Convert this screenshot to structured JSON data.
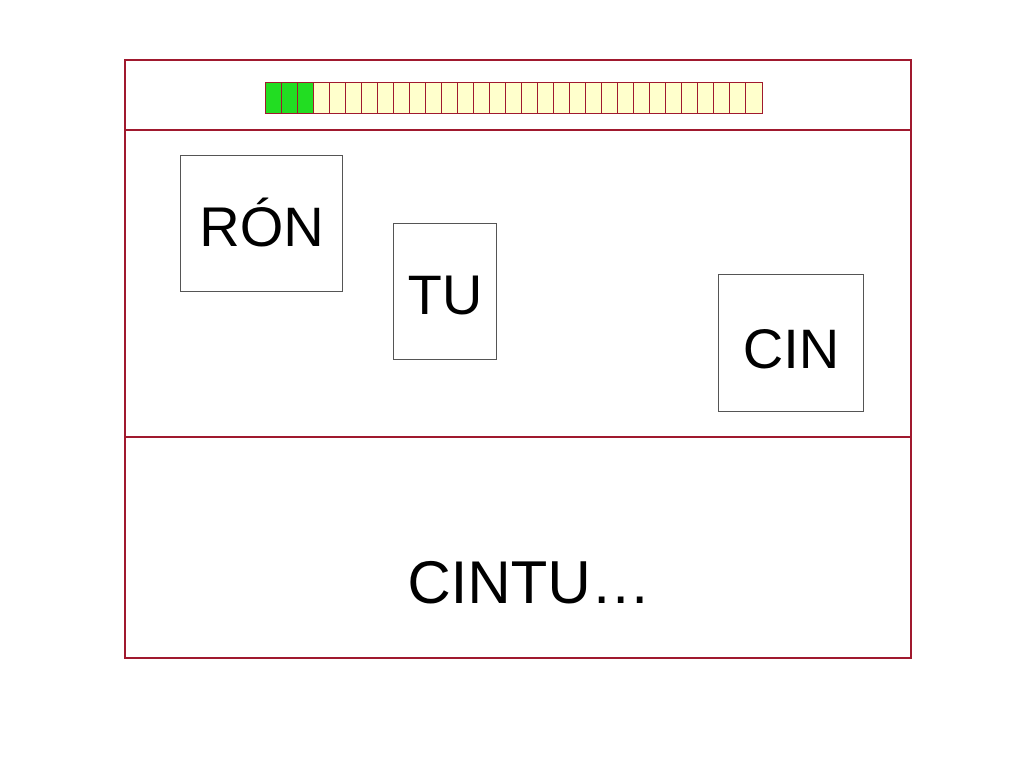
{
  "progress": {
    "total": 31,
    "completed": 3,
    "done_color": "#22dd22",
    "pending_color": "#ffffcc",
    "border_color": "#a0192e"
  },
  "tiles": [
    {
      "id": "ron",
      "label": "RÓN"
    },
    {
      "id": "tu",
      "label": "TU"
    },
    {
      "id": "cin",
      "label": "CIN"
    }
  ],
  "answer": {
    "text": "CINTU…"
  },
  "colors": {
    "frame_border": "#a0192e",
    "background": "#ffffff",
    "text": "#000000"
  }
}
